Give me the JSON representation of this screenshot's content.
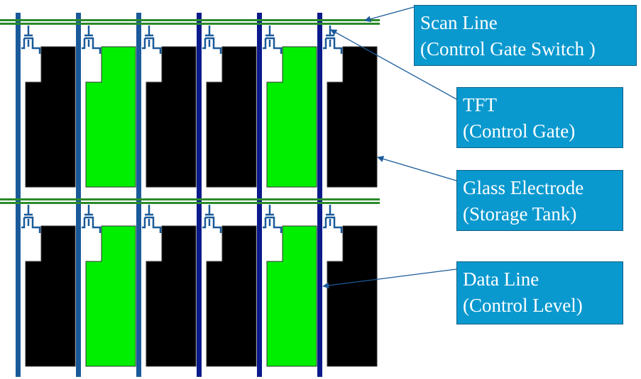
{
  "colors": {
    "pixel_on": "#00ee00",
    "pixel_off": "#000000",
    "scan_line": "#2a8a2a",
    "data_line_a": "#1a5a9a",
    "data_line_b": "#0a1a8a",
    "tft": "#1a5a9a",
    "callout_bg": "#0a99cf",
    "callout_text": "#ffffff"
  },
  "pixel_grid": {
    "rows": 2,
    "columns": 6,
    "column_states": [
      "off",
      "on",
      "off",
      "off",
      "on",
      "off"
    ]
  },
  "callouts": {
    "scan_line": {
      "line1": "Scan Line",
      "line2": "(Control Gate Switch )"
    },
    "tft": {
      "line1": "TFT",
      "line2": "(Control Gate)"
    },
    "glass_electrode": {
      "line1": "Glass Electrode",
      "line2": "(Storage Tank)"
    },
    "data_line": {
      "line1": "Data Line",
      "line2": "(Control Level)"
    }
  }
}
